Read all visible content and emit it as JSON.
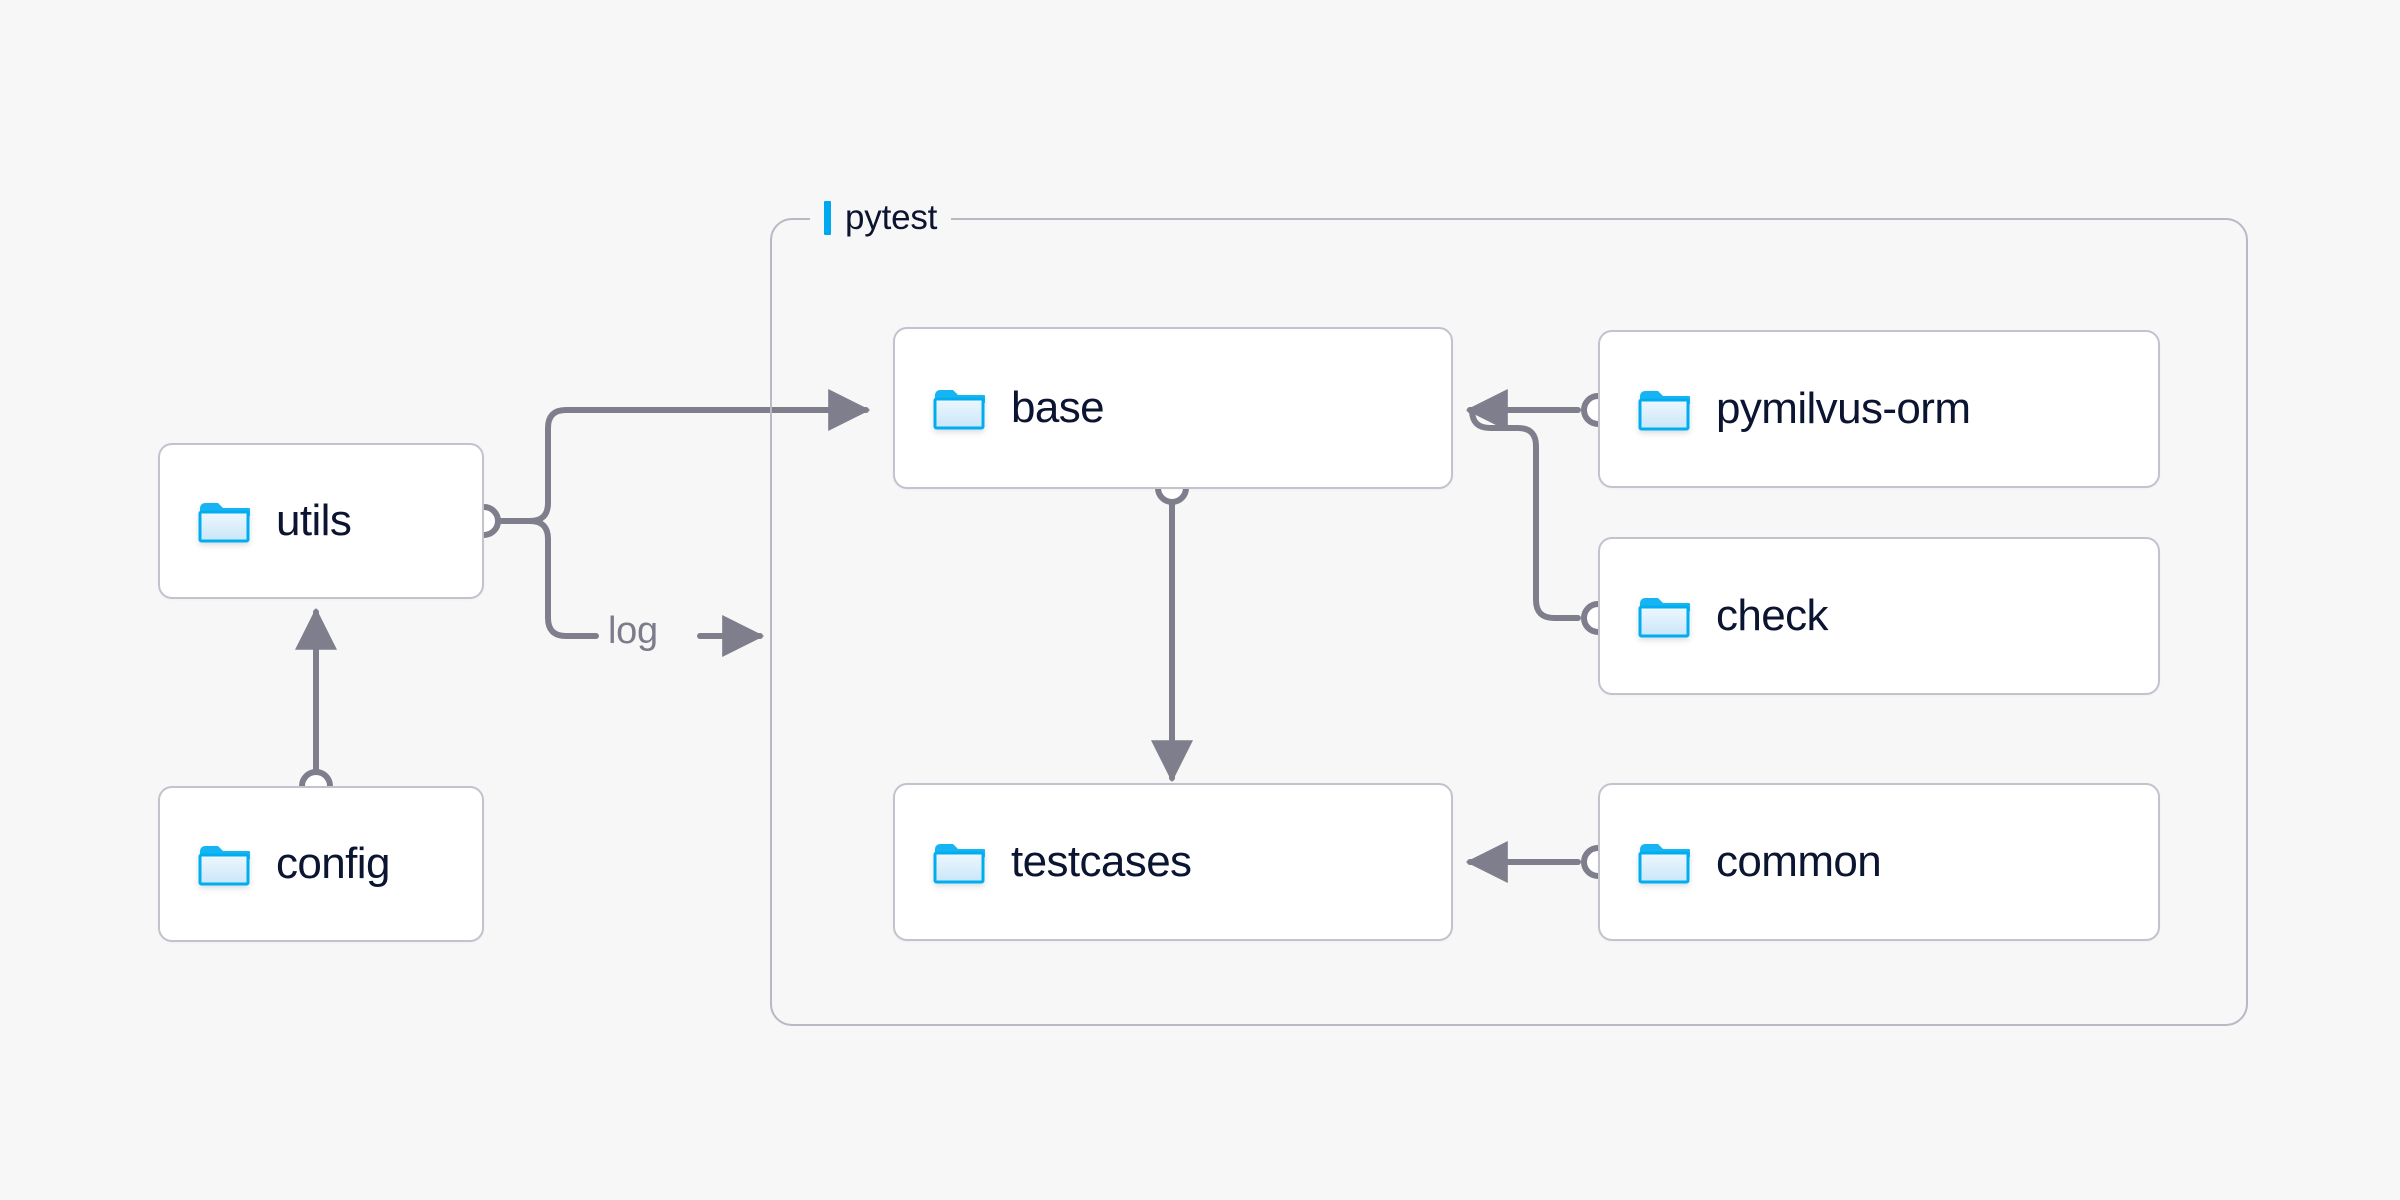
{
  "diagram": {
    "type": "architecture-folder-graph",
    "background_color": "#f7f7f7",
    "group": {
      "label": "pytest",
      "accent_color": "#00a9ef",
      "border_color": "#b9b8c4"
    },
    "node_style": {
      "fill": "#ffffff",
      "border_color": "#c3c2cd",
      "text_color": "#0b1430",
      "folder_icon_color": "#00aef0",
      "folder_icon_fill": "#dceefb"
    },
    "edge_style": {
      "line_color": "#7e7e8d",
      "endpoint_circle_fill": "#ffffff"
    },
    "nodes": [
      {
        "id": "utils",
        "label": "utils",
        "icon": "folder-icon",
        "group": "root"
      },
      {
        "id": "config",
        "label": "config",
        "icon": "folder-icon",
        "group": "root"
      },
      {
        "id": "base",
        "label": "base",
        "icon": "folder-icon",
        "group": "pytest"
      },
      {
        "id": "testcases",
        "label": "testcases",
        "icon": "folder-icon",
        "group": "pytest"
      },
      {
        "id": "pymilvus-orm",
        "label": "pymilvus-orm",
        "icon": "folder-icon",
        "group": "pytest"
      },
      {
        "id": "check",
        "label": "check",
        "icon": "folder-icon",
        "group": "pytest"
      },
      {
        "id": "common",
        "label": "common",
        "icon": "folder-icon",
        "group": "pytest"
      }
    ],
    "edges": [
      {
        "from": "config",
        "to": "utils",
        "label": "",
        "direction": "up"
      },
      {
        "from": "utils",
        "to": "base",
        "label": "",
        "direction": "right"
      },
      {
        "from": "utils",
        "to": "pytest",
        "label": "log",
        "direction": "right"
      },
      {
        "from": "base",
        "to": "testcases",
        "label": "",
        "direction": "down"
      },
      {
        "from": "pymilvus-orm",
        "to": "base",
        "label": "",
        "direction": "left"
      },
      {
        "from": "check",
        "to": "base",
        "label": "",
        "direction": "left"
      },
      {
        "from": "common",
        "to": "testcases",
        "label": "",
        "direction": "left"
      }
    ],
    "edge_labels": {
      "log": "log"
    }
  }
}
